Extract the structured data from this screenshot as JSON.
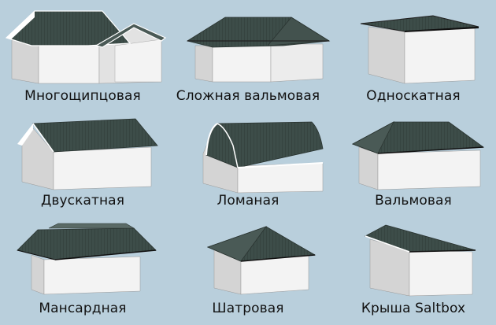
{
  "roof_types": [
    {
      "id": "multi-gable",
      "label": "Многощипцовая"
    },
    {
      "id": "complex-hip",
      "label": "Сложная вальмовая"
    },
    {
      "id": "shed",
      "label": "Односкатная"
    },
    {
      "id": "gable",
      "label": "Двускатная"
    },
    {
      "id": "gambrel",
      "label": "Ломаная"
    },
    {
      "id": "hip",
      "label": "Вальмовая"
    },
    {
      "id": "mansard",
      "label": "Мансардная"
    },
    {
      "id": "pyramid",
      "label": "Шатровая"
    },
    {
      "id": "saltbox",
      "label": "Крыша Saltbox"
    }
  ],
  "colors": {
    "background": "#b9cfdc",
    "roof": "#3d4d49",
    "roof_dark": "#2c3835",
    "wall_light": "#f1f1f1",
    "wall_shade": "#cfcfcf",
    "trim": "#ffffff"
  }
}
